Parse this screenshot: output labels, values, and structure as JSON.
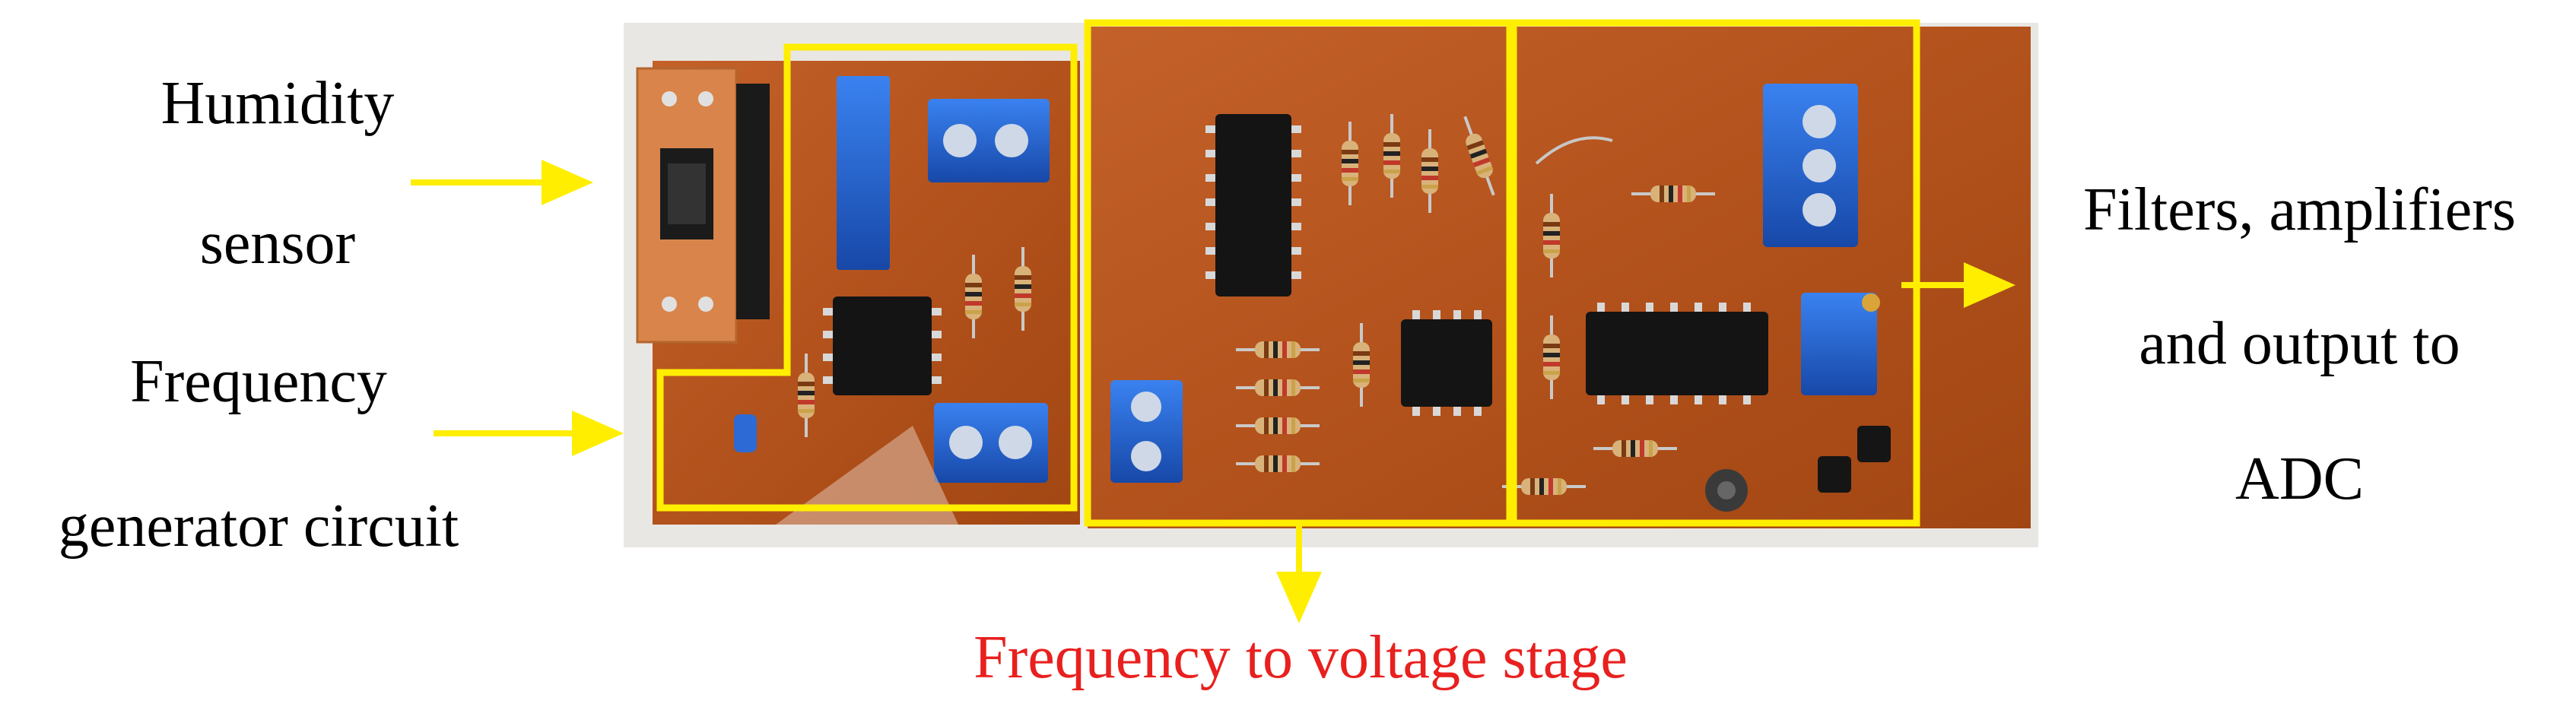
{
  "labels": {
    "humidity_line1": "Humidity",
    "humidity_line2": "sensor",
    "freqgen_line1": "Frequency",
    "freqgen_line2": "generator circuit",
    "f2v": "Frequency to voltage stage",
    "filters_line1": "Filters, amplifiers",
    "filters_line2": "and output to",
    "filters_line3": "ADC"
  },
  "colors": {
    "highlight": "#ffee00",
    "f2v_label": "#e8201e",
    "board": "#b8561f",
    "board_dark": "#8f3d12",
    "chip": "#141414",
    "terminal": "#1f5fd0",
    "sensor_pcb": "#d9844a"
  },
  "components": {
    "ic_chips": 4,
    "terminal_blocks": 5,
    "humidity_sensor": "humidity-sensor-icon"
  }
}
